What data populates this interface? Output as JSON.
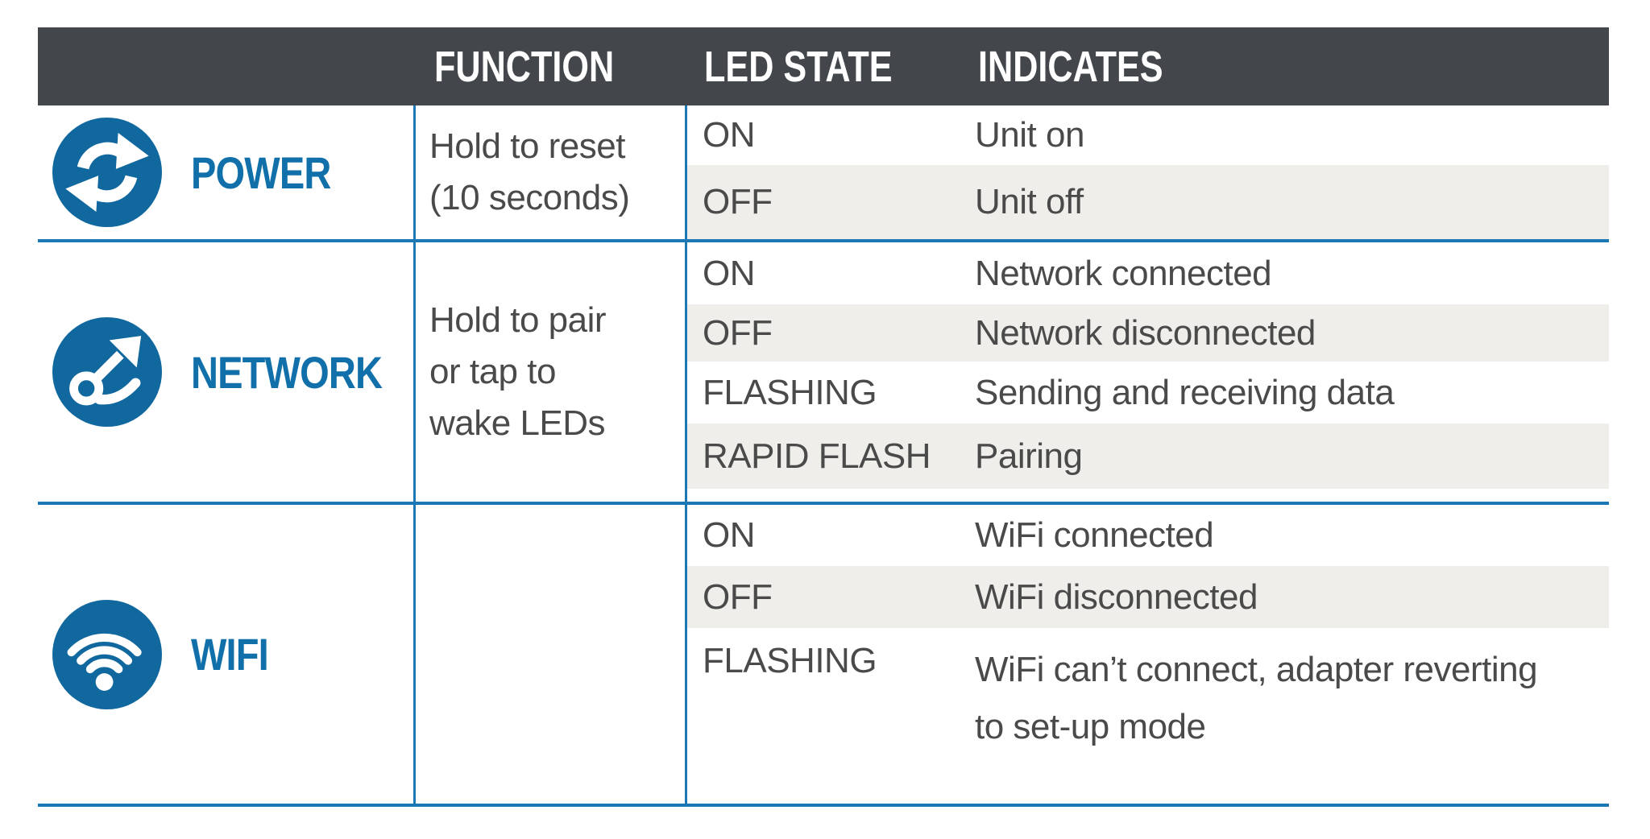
{
  "table": {
    "header": {
      "function": "FUNCTION",
      "led_state": "LED STATE",
      "indicates": "INDICATES"
    },
    "sections": [
      {
        "label": "POWER",
        "icon": "power-cycle-icon",
        "function": "Hold to reset\n(10 seconds)",
        "rows": [
          {
            "state": "ON",
            "indicates": "Unit on"
          },
          {
            "state": "OFF",
            "indicates": "Unit off"
          }
        ]
      },
      {
        "label": "NETWORK",
        "icon": "network-pairing-icon",
        "function": "Hold to pair\nor tap to\nwake LEDs",
        "rows": [
          {
            "state": "ON",
            "indicates": "Network connected"
          },
          {
            "state": "OFF",
            "indicates": "Network disconnected"
          },
          {
            "state": "FLASHING",
            "indicates": "Sending and receiving data"
          },
          {
            "state": "RAPID FLASH",
            "indicates": "Pairing"
          }
        ]
      },
      {
        "label": "WIFI",
        "icon": "wifi-icon",
        "function": "",
        "rows": [
          {
            "state": "ON",
            "indicates": "WiFi connected"
          },
          {
            "state": "OFF",
            "indicates": "WiFi disconnected"
          },
          {
            "state": "FLASHING",
            "indicates": "WiFi can’t connect, adapter reverting\nto set-up mode"
          }
        ]
      }
    ],
    "colors": {
      "header_bg": "#43474B",
      "icon_blue": "#11689E",
      "label_blue": "#1170A9",
      "line_blue": "#1C78B4",
      "stripe_gray": "#F0EEEA",
      "text_gray": "#4A4A4A"
    }
  }
}
